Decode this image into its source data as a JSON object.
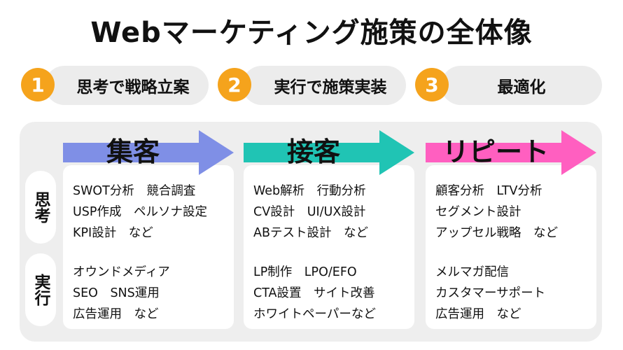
{
  "title": "Webマーケティング施策の全体像",
  "steps": [
    {
      "number": "1",
      "label": "思考で戦略立案"
    },
    {
      "number": "2",
      "label": "実行で施策実装"
    },
    {
      "number": "3",
      "label": "最適化"
    }
  ],
  "row_labels": {
    "think": "思考",
    "execute": "実行"
  },
  "columns": [
    {
      "heading": "集客",
      "color": "#7f8fe6",
      "think": [
        "SWOT分析　競合調査",
        "USP作成　ペルソナ設定",
        "KPI設計　など"
      ],
      "execute": [
        "オウンドメディア",
        "SEO　SNS運用",
        "広告運用　など"
      ]
    },
    {
      "heading": "接客",
      "color": "#20c4b4",
      "think": [
        "Web解析　行動分析",
        "CV設計　UI/UX設計",
        "ABテスト設計　など"
      ],
      "execute": [
        "LP制作　LPO/EFO",
        "CTA設置　サイト改善",
        "ホワイトペーパーなど"
      ]
    },
    {
      "heading": "リピート",
      "color": "#ff5fc0",
      "think": [
        "顧客分析　LTV分析",
        "セグメント設計",
        "アップセル戦略　など"
      ],
      "execute": [
        "メルマガ配信",
        "カスタマーサポート",
        "広告運用　など"
      ]
    }
  ],
  "colors": {
    "step_circle": "#f5a31c",
    "pill_bg": "#ececec",
    "panel_bg": "#eeeeee"
  }
}
